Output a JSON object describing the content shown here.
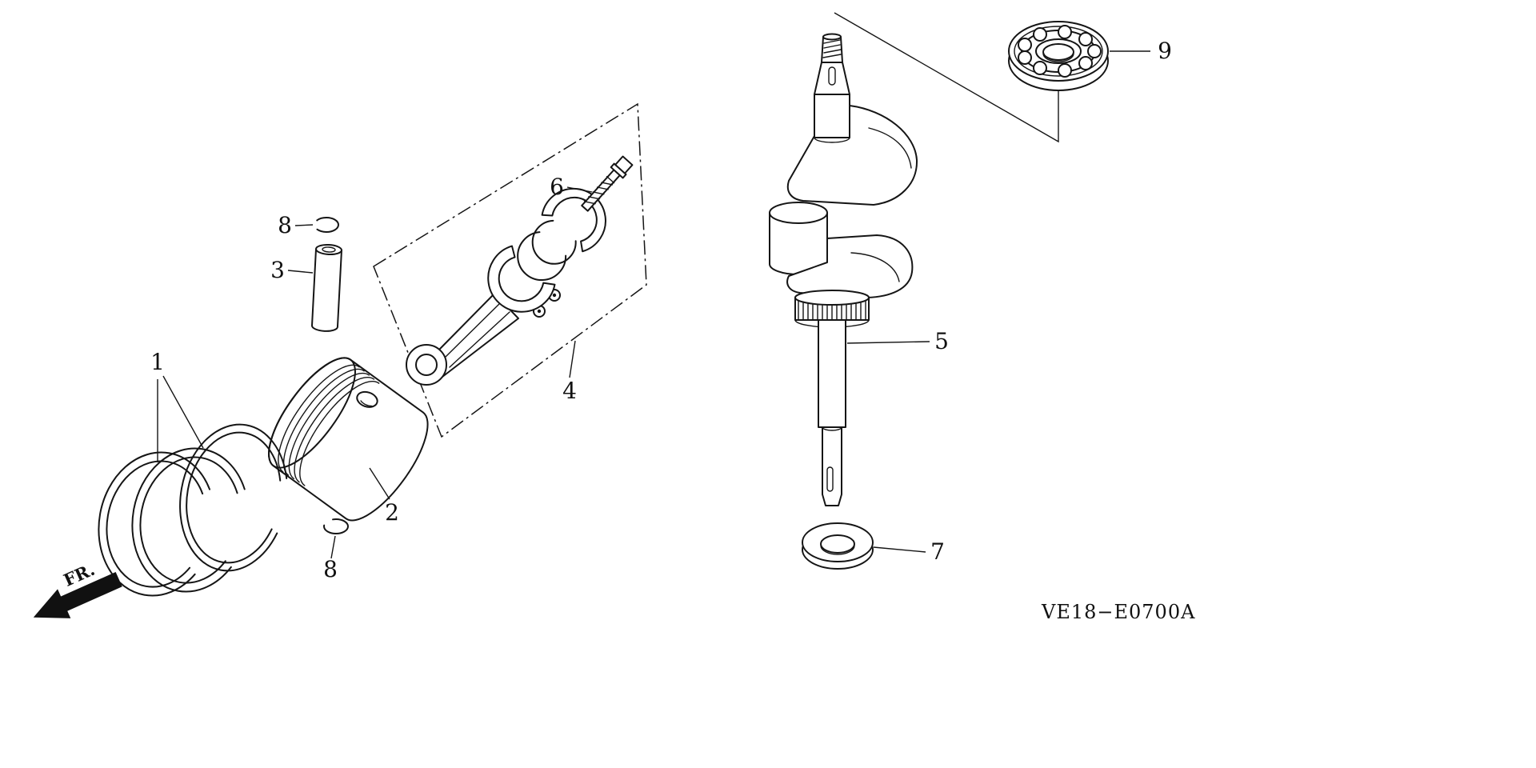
{
  "diagram": {
    "code": "VE18−E0700A",
    "front_label": "FR.",
    "background_color": "#ffffff",
    "line_color": "#151515"
  },
  "labels": {
    "ring_set": "1",
    "piston": "2",
    "piston_pin": "3",
    "connecting_rod": "4",
    "crankshaft": "5",
    "rod_bolt": "6",
    "washer": "7",
    "pin_clip_upper": "8",
    "pin_clip_lower": "8",
    "ball_bearing": "9"
  }
}
